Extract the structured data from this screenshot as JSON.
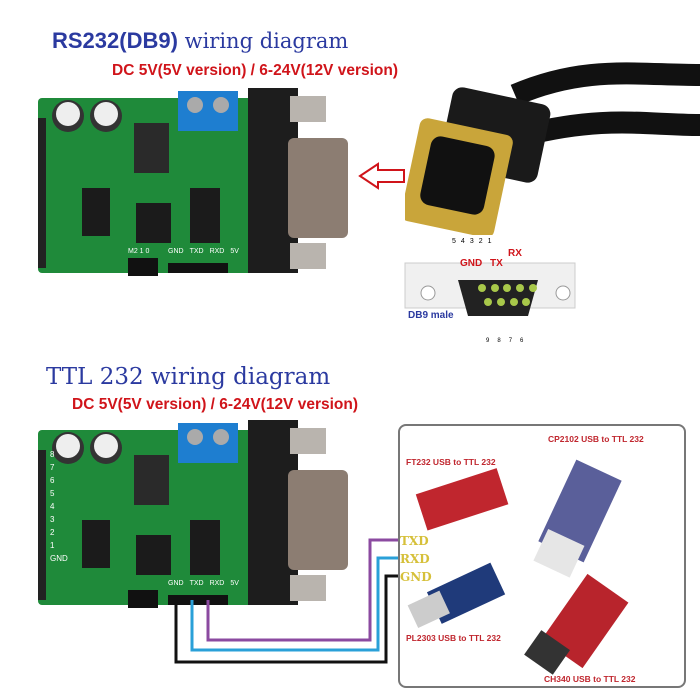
{
  "rs232": {
    "title_bold": "RS232(DB9)",
    "title_rest": " wiring diagram",
    "power": "DC 5V(5V version) / 6-24V(12V version)",
    "db9": {
      "label": "DB9 male",
      "pins_top": [
        "5",
        "4",
        "3",
        "2",
        "1"
      ],
      "pins_bottom": [
        "9",
        "8",
        "7",
        "6"
      ],
      "gnd": "GND",
      "tx": "TX",
      "rx": "RX"
    }
  },
  "ttl": {
    "title": "TTL 232 wiring diagram",
    "power": "DC 5V(5V version) / 6-24V(12V version)",
    "signals": [
      "TXD",
      "RXD",
      "GND"
    ],
    "adapters": [
      "FT232  USB to TTL 232",
      "CP2102 USB to TTL 232",
      "PL2303 USB to TTL 232",
      "CH340  USB to TTL 232"
    ]
  },
  "board": {
    "side_pins": [
      "8",
      "7",
      "6",
      "5",
      "4",
      "3",
      "2",
      "1",
      "GND"
    ],
    "header_labels": [
      "GND",
      "TXD",
      "RXD",
      "5V"
    ],
    "addr_labels": "M2 1 0"
  },
  "colors": {
    "title": "#2b3aa0",
    "power": "#d0141a",
    "pcb": "#1f8a3a",
    "txd_wire": "#8b4aa0",
    "rxd_wire": "#2aa0d8",
    "gnd_wire": "#111111"
  }
}
